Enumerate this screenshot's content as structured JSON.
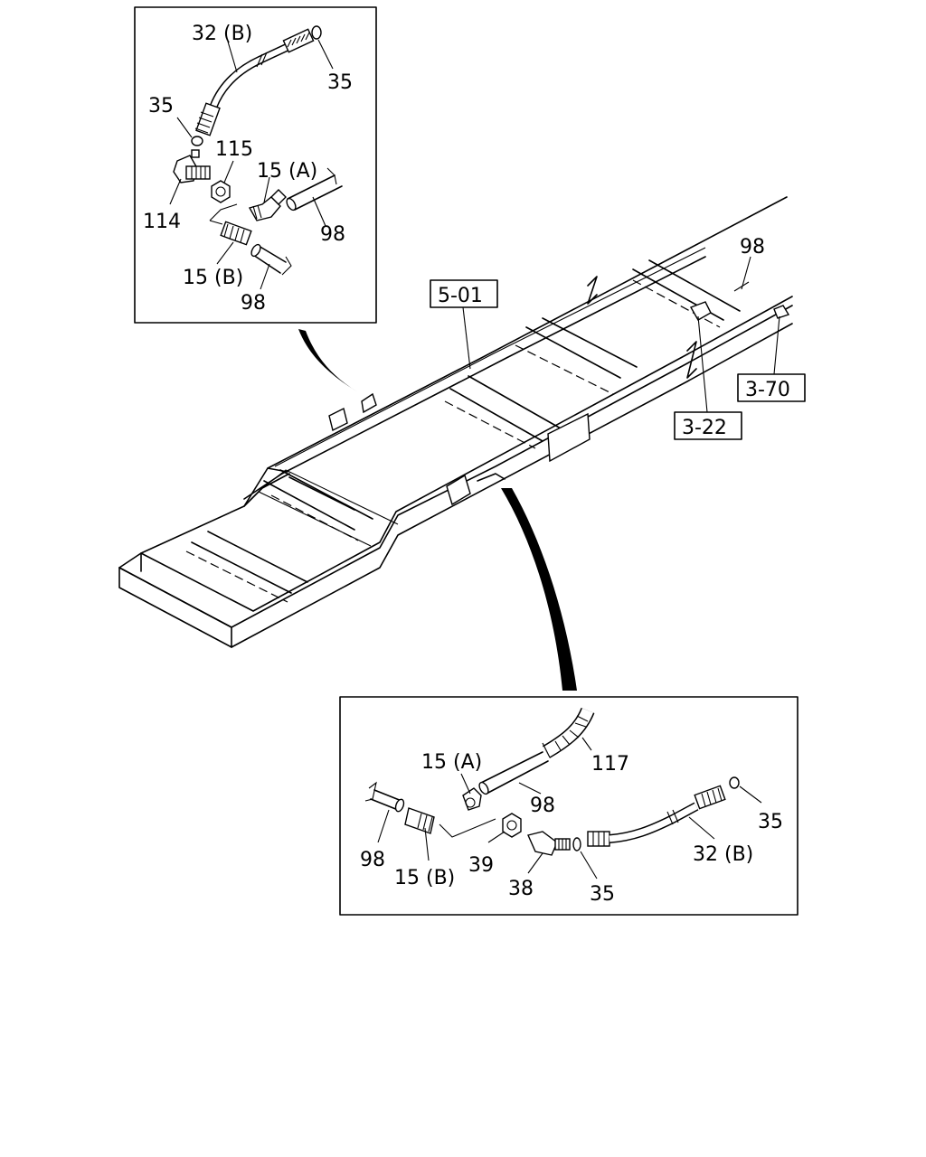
{
  "callouts": {
    "top_inset": {
      "l1": "32 (B)",
      "l2": "35",
      "l3": "35",
      "l4": "115",
      "l5": "15 (A)",
      "l6": "114",
      "l7": "98",
      "l8": "15 (B)",
      "l9": "98"
    },
    "main": {
      "ref_501": "5-01",
      "l98": "98",
      "ref_370": "3-70",
      "ref_322": "3-22"
    },
    "bottom_inset": {
      "l117": "117",
      "l15a": "15 (A)",
      "l98a": "98",
      "l35a": "35",
      "l98b": "98",
      "l39": "39",
      "l15b": "15 (B)",
      "l32b": "32 (B)",
      "l38": "38",
      "l35b": "35"
    }
  }
}
